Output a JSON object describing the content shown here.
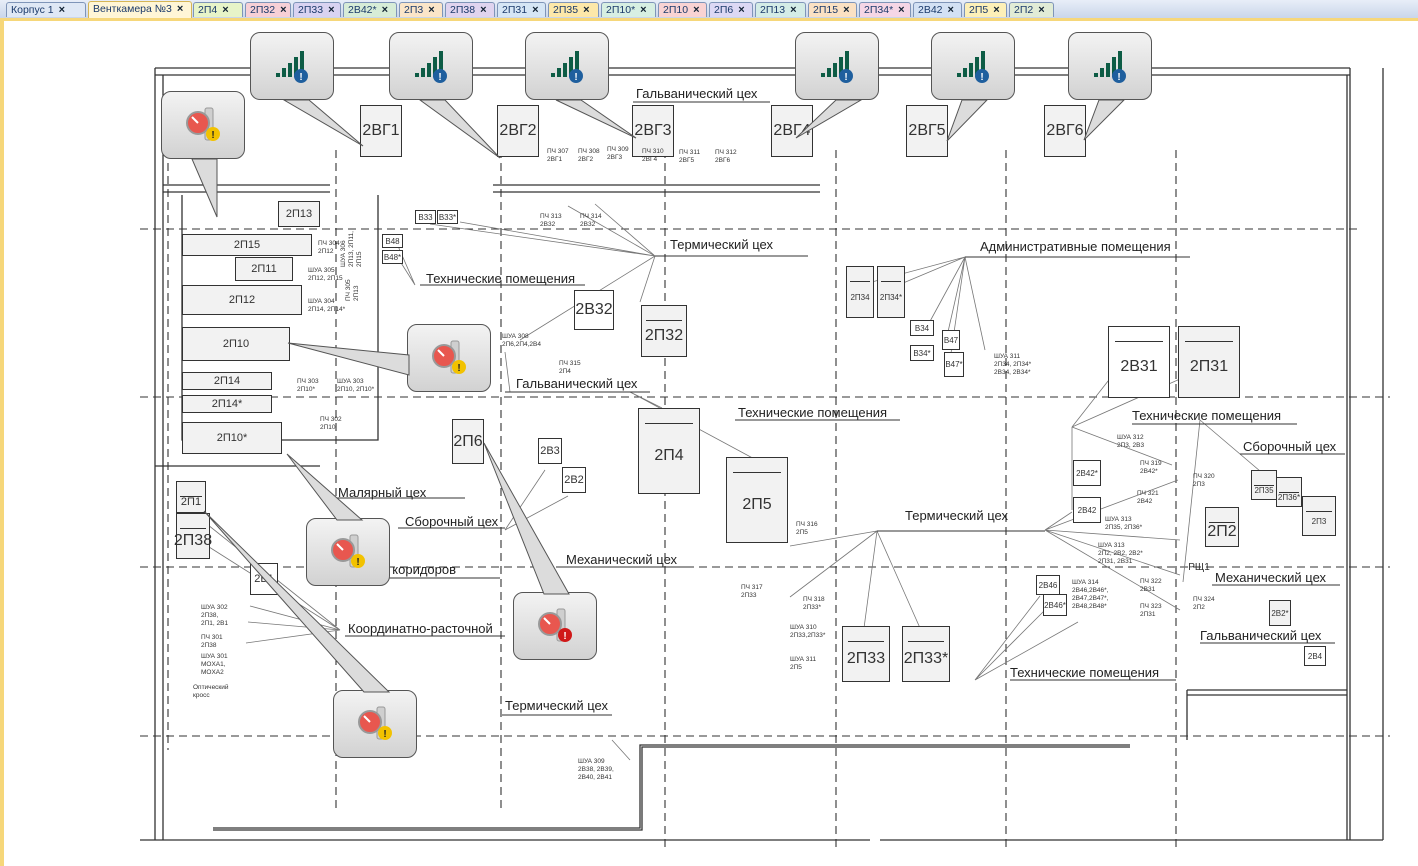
{
  "tabs": [
    {
      "label": "Корпус 1",
      "color": "#dfe8f5"
    },
    {
      "label": "Венткамера №3",
      "color": "#fff6d6",
      "active": true
    },
    {
      "label": "2П4",
      "color": "#e7f4c8"
    },
    {
      "label": "2П32",
      "color": "#f7d0d6"
    },
    {
      "label": "2П33",
      "color": "#d9d3f1"
    },
    {
      "label": "2В42*",
      "color": "#d7ecd7"
    },
    {
      "label": "2П3",
      "color": "#fbe5c8"
    },
    {
      "label": "2П38",
      "color": "#e0d4ef"
    },
    {
      "label": "2П31",
      "color": "#d6e6f5"
    },
    {
      "label": "2П35",
      "color": "#fde8a9"
    },
    {
      "label": "2П10*",
      "color": "#d7efe2"
    },
    {
      "label": "2П10",
      "color": "#f9d3d3"
    },
    {
      "label": "2П6",
      "color": "#dcd8f4"
    },
    {
      "label": "2П13",
      "color": "#d4ece6"
    },
    {
      "label": "2П15",
      "color": "#fbe1c3"
    },
    {
      "label": "2П34*",
      "color": "#f5d6e6"
    },
    {
      "label": "2В42",
      "color": "#d3e1f4"
    },
    {
      "label": "2П5",
      "color": "#fdf0b8"
    },
    {
      "label": "2П2",
      "color": "#e1ecd6"
    }
  ],
  "tab_close": "×",
  "plan": {
    "zone_labels": [
      {
        "id": "galv-top",
        "text": "Гальванический цех"
      },
      {
        "id": "term-1",
        "text": "Термический цех"
      },
      {
        "id": "tech-1",
        "text": "Технические помещения"
      },
      {
        "id": "admin",
        "text": "Административные помещения"
      },
      {
        "id": "galv-mid",
        "text": "Гальванический цех"
      },
      {
        "id": "tech-2",
        "text": "Технические помещения"
      },
      {
        "id": "tech-3",
        "text": "Технические помещения"
      },
      {
        "id": "sbor-right",
        "text": "Сборочный цех"
      },
      {
        "id": "malyar",
        "text": "Малярный цех"
      },
      {
        "id": "sbor-left",
        "text": "Сборочный цех"
      },
      {
        "id": "mech-mid",
        "text": "Механический цех"
      },
      {
        "id": "term-2",
        "text": "Термический цех"
      },
      {
        "id": "vent-korid",
        "text": "Вентиляция коридоров"
      },
      {
        "id": "koord",
        "text": "Координатно-расточной"
      },
      {
        "id": "mech-right",
        "text": "Механический цех"
      },
      {
        "id": "galv-right",
        "text": "Гальванический цех"
      },
      {
        "id": "tech-4",
        "text": "Технические помещения"
      },
      {
        "id": "term-3",
        "text": "Термический цех"
      }
    ],
    "rooms": {
      "vg1": "2ВГ1",
      "vg2": "2ВГ2",
      "vg3": "2ВГ3",
      "vg4": "2ВГ4",
      "vg5": "2ВГ5",
      "vg6": "2ВГ6",
      "p13": "2П13",
      "p15": "2П15",
      "p11": "2П11",
      "p12": "2П12",
      "p10": "2П10",
      "p14": "2П14",
      "p14s": "2П14*",
      "p10s": "2П10*",
      "b33": "В33",
      "b33s": "В33*",
      "b48": "В48",
      "b48s": "В48*",
      "v32": "2В32",
      "p32": "2П32",
      "p34": "2П34",
      "p34s": "2П34*",
      "b34": "В34",
      "b34s": "В34*",
      "b47": "В47",
      "b47s": "В47*",
      "v31": "2В31",
      "p31": "2П31",
      "p6": "2П6",
      "v3": "2В3",
      "v2": "2В2",
      "p4": "2П4",
      "p5": "2П5",
      "p1": "2П1",
      "p38": "2П38",
      "v1": "2В1",
      "p33": "2П33",
      "p33s": "2П33*",
      "v42s": "2В42*",
      "v42": "2В42",
      "p35": "2П35",
      "p36s": "2П36*",
      "p3": "2П3",
      "p2": "2П2",
      "v46": "2В46",
      "v46s": "2В46*",
      "v2s": "2В2*",
      "v4": "2В4",
      "rsh1": "РЩ1"
    },
    "captions": {
      "pch307": "ПЧ 307\n2ВГ1",
      "pch308": "ПЧ 308\n2ВГ2",
      "pch309": "ПЧ 309\n2ВГ3",
      "pch310": "ПЧ 310\n2ВГ4",
      "pch311": "ПЧ 311\n2ВГ5",
      "pch312": "ПЧ 312\n2ВГ6",
      "pch313": "ПЧ 313\n2В32",
      "pch314": "ПЧ 314\n2В32",
      "pch304": "ПЧ 304\n2П12",
      "shua305": "ШУА 305\n2П12, 2П15",
      "shua304": "ШУА 304\n2П14, 2П14*",
      "shua306": "ШУА 306\n2П13, 2П11,\n2П15",
      "pch305": "ПЧ 305\n2П13",
      "shua308": "ШУА 308\n2П6,2П4,2В4",
      "pch315": "ПЧ 315\n2П4",
      "pch303": "ПЧ 303\n2П10*",
      "shua303": "ШУА 303\n2П10, 2П10*",
      "pch302": "ПЧ 302\n2П10",
      "shua311a": "ШУА 311\n2П34, 2П34*\n2В34, 2В34*",
      "shua312": "ШУА 312\n2П3, 2В3",
      "pch319": "ПЧ 319\n2В42*",
      "pch320": "ПЧ 320\n2П3",
      "pch321": "ПЧ 321\n2В42",
      "shua313a": "ШУА 313\n2П35, 2П36*",
      "shua313b": "ШУА 313\n2П2, 2В2, 2В2*\n2П31, 2В31",
      "pch322": "ПЧ 322\n2В31",
      "pch323": "ПЧ 323\n2П31",
      "pch324": "ПЧ 324\n2П2",
      "shua314": "ШУА 314\n2В46,2В46*,\n2В47,2В47*,\n2В48,2В48*",
      "pch316": "ПЧ 316\n2П5",
      "pch317": "ПЧ 317\n2П33",
      "pch318": "ПЧ 318\n2П33*",
      "shua310": "ШУА 310\n2П33,2П33*",
      "shua311b": "ШУА 311\n2П5",
      "shua302": "ШУА 302\n2П38,\n2П1, 2В1",
      "pch301": "ПЧ 301\n2П38",
      "shua301": "ШУА 301\nMOXA1,\nMOXA2",
      "optic": "Оптический\nкросс",
      "shua309": "ШУА 309\n2В38, 2В39,\n2В40, 2В41"
    }
  },
  "alerts": [
    {
      "id": "sig-vg1",
      "type": "signal-info",
      "target": "2ВГ1"
    },
    {
      "id": "sig-vg2",
      "type": "signal-info",
      "target": "2ВГ2"
    },
    {
      "id": "sig-vg3",
      "type": "signal-info",
      "target": "2ВГ3"
    },
    {
      "id": "sig-vg4",
      "type": "signal-info",
      "target": "2ВГ4"
    },
    {
      "id": "sig-vg5",
      "type": "signal-info",
      "target": "2ВГ5"
    },
    {
      "id": "sig-vg6",
      "type": "signal-info",
      "target": "2ВГ6"
    },
    {
      "id": "gauge-p13",
      "type": "gauge-warning",
      "target": "2П13"
    },
    {
      "id": "gauge-p10",
      "type": "gauge-warning",
      "target": "2П10"
    },
    {
      "id": "gauge-p10s",
      "type": "gauge-warning",
      "target": "2П10*"
    },
    {
      "id": "gauge-p6",
      "type": "gauge-error",
      "target": "2П6"
    },
    {
      "id": "gauge-p38",
      "type": "gauge-warning",
      "target": "2П38"
    }
  ],
  "colors": {
    "info": "#1f5f9e",
    "warning": "#f2c200",
    "error": "#d01818",
    "signal": "#0d5c45",
    "tab_active_border": "#f6d77a"
  }
}
